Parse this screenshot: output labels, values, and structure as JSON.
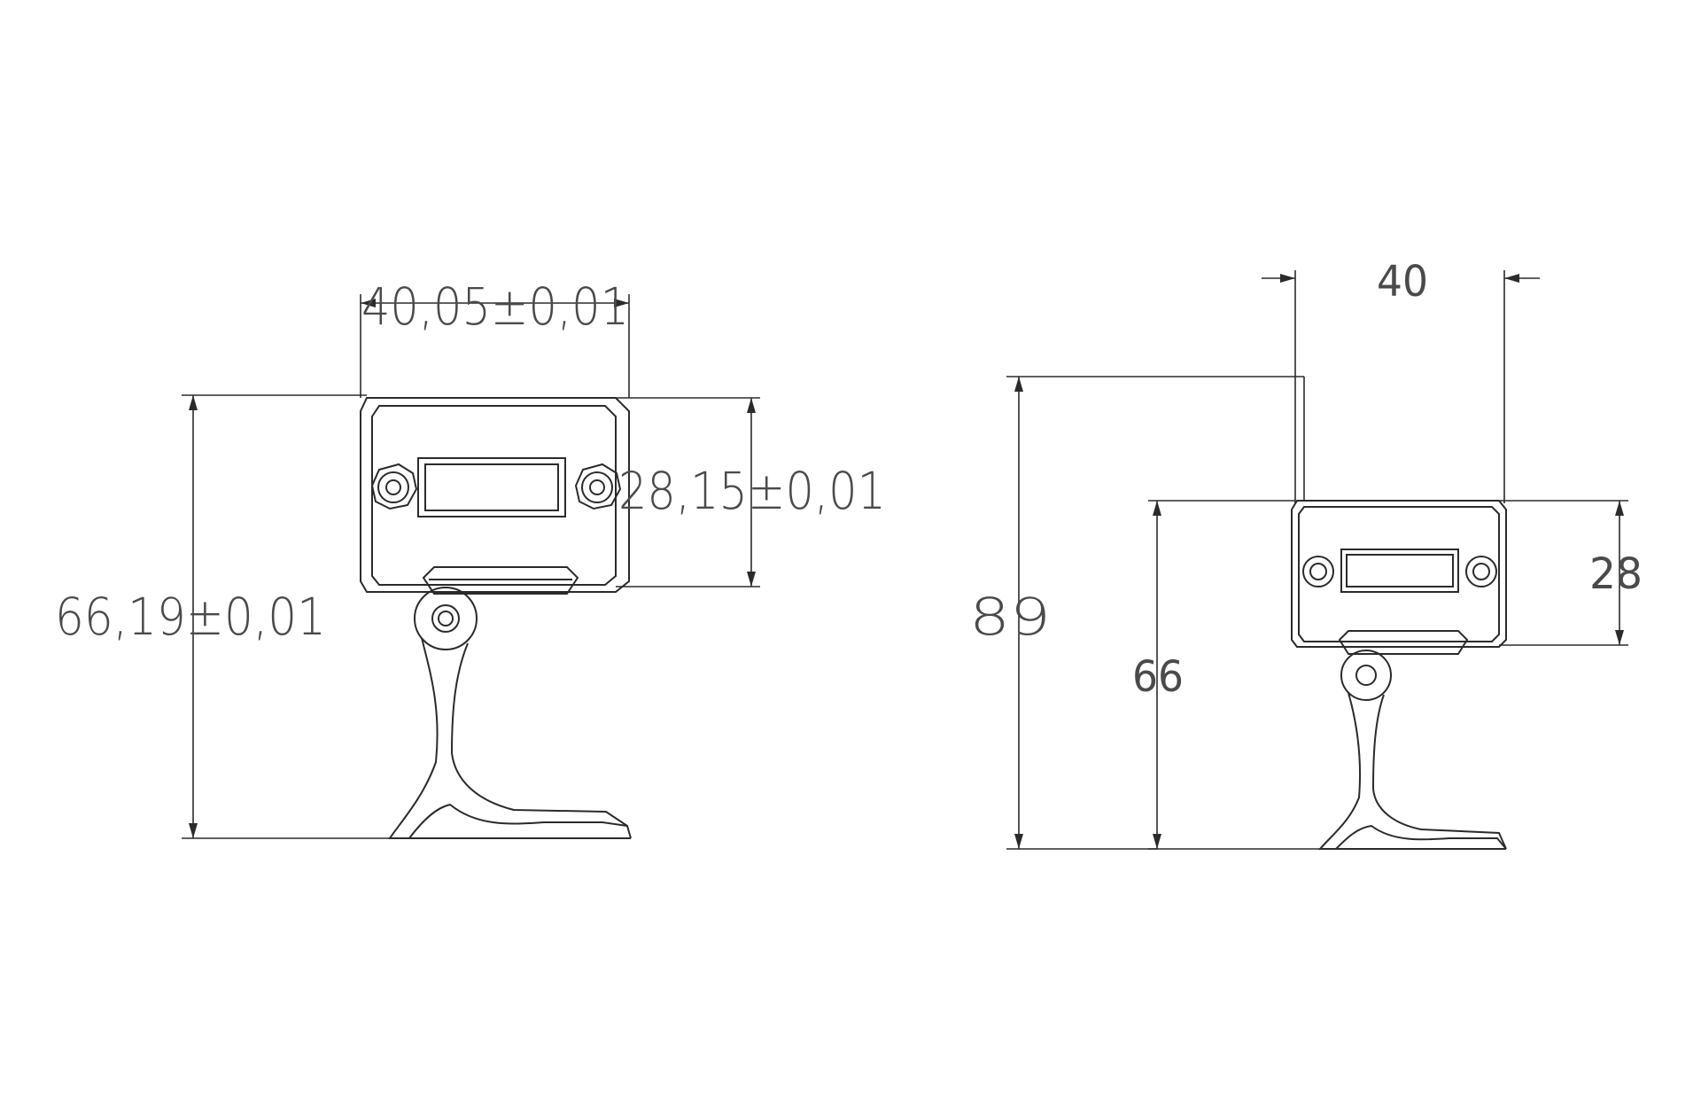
{
  "views": {
    "left": {
      "dims": {
        "width": "40,05±0,01",
        "height_top": "28,15±0,01",
        "height_total": "66,19±0,01"
      }
    },
    "right": {
      "dims": {
        "width": "40",
        "height_top": "28",
        "height_mid": "66",
        "height_total": "89"
      }
    }
  }
}
